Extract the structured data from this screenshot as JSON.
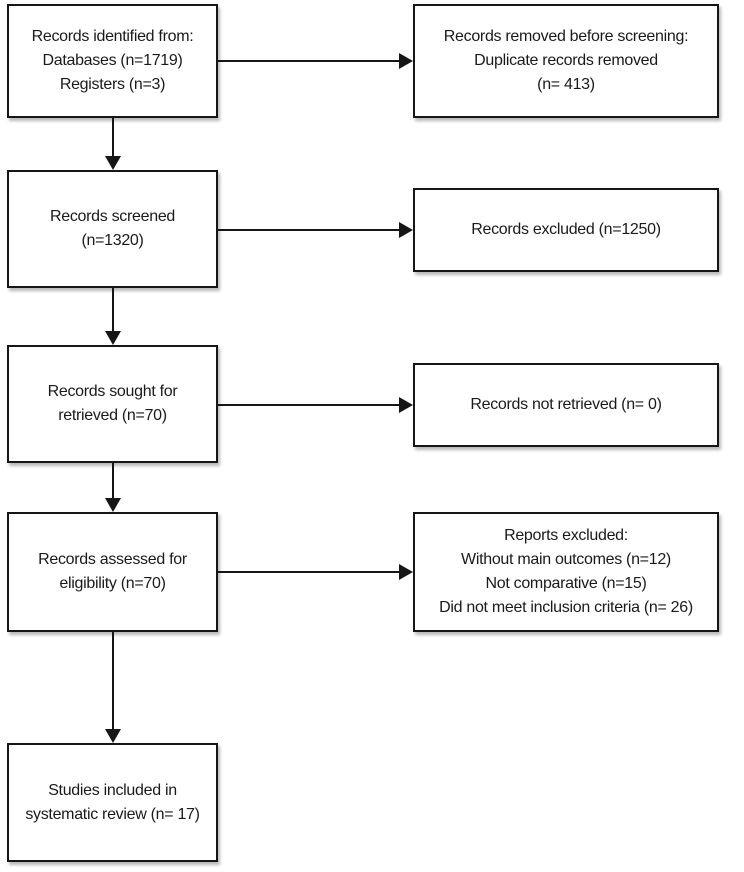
{
  "diagram": {
    "type": "prisma-flowchart",
    "colors": {
      "box_border": "#161616",
      "box_fill": "#ffffff",
      "text": "#1a1a1a",
      "arrow": "#161616",
      "background": "#ffffff"
    },
    "boxes": {
      "identification": {
        "lines": [
          "Records identified from:",
          "Databases (n=1719)",
          "Registers (n=3)"
        ]
      },
      "removed_before_screening": {
        "lines": [
          "Records removed before screening:",
          "Duplicate records removed",
          "(n= 413)"
        ]
      },
      "screened": {
        "lines": [
          "Records screened",
          "(n=1320)"
        ]
      },
      "excluded": {
        "lines": [
          "Records excluded (n=1250)"
        ]
      },
      "sought": {
        "lines": [
          "Records sought for",
          "retrieved (n=70)"
        ]
      },
      "not_retrieved": {
        "lines": [
          "Records not retrieved (n= 0)"
        ]
      },
      "assessed": {
        "lines": [
          "Records assessed for",
          "eligibility (n=70)"
        ]
      },
      "reports_excluded": {
        "lines": [
          "Reports excluded:",
          "Without main outcomes (n=12)",
          "Not comparative (n=15)",
          "Did not meet inclusion criteria (n= 26)"
        ]
      },
      "included": {
        "lines": [
          "Studies included in",
          "systematic review (n= 17)"
        ]
      }
    }
  }
}
